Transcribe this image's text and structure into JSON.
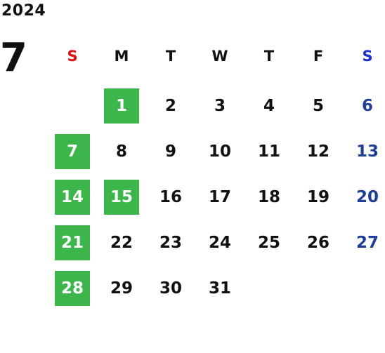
{
  "calendar": {
    "year": "2024",
    "month": "7",
    "weekdays": [
      "S",
      "M",
      "T",
      "W",
      "T",
      "F",
      "S"
    ],
    "colors": {
      "sunday_header": "#e01010",
      "saturday_header": "#1a2fd0",
      "saturday_dates": "#1f3f96",
      "holiday_bg": "#3cb54a",
      "holiday_text": "#ffffff",
      "default_text": "#111111"
    },
    "first_weekday_index": 1,
    "days_in_month": 31,
    "highlighted_days": [
      1,
      7,
      14,
      15,
      21,
      28
    ],
    "days": [
      "1",
      "2",
      "3",
      "4",
      "5",
      "6",
      "7",
      "8",
      "9",
      "10",
      "11",
      "12",
      "13",
      "14",
      "15",
      "16",
      "17",
      "18",
      "19",
      "20",
      "21",
      "22",
      "23",
      "24",
      "25",
      "26",
      "27",
      "28",
      "29",
      "30",
      "31"
    ]
  }
}
